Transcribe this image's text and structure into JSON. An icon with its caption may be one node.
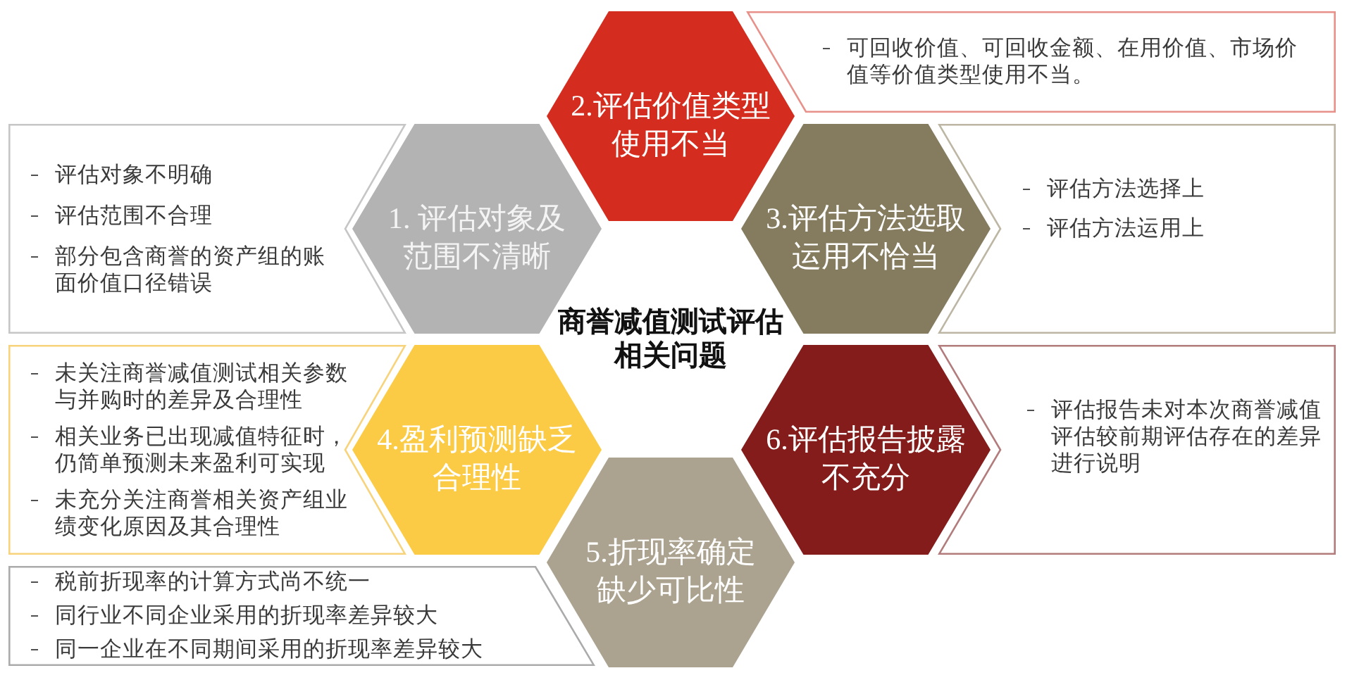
{
  "diagram": {
    "title": "商誉减值测试评估相关问题",
    "nodes": [
      {
        "text": [
          "1. 评估对象及范围不清晰"
        ]
      },
      {
        "text": [
          "评估对象不明确",
          "评估范围不合理",
          "部分包含商誉的资产组的账面价值口径错误"
        ]
      },
      {
        "text": [
          "2.评估价值类型使用不当"
        ]
      },
      {
        "text": [
          "可回收价值、可回收金额、在用价值、市场价值等价值类型使用不当。"
        ]
      },
      {
        "text": [
          "3.评估方法选取运用不恰当"
        ]
      },
      {
        "text": [
          "评估方法选择上",
          "评估方法运用上"
        ]
      },
      {
        "text": [
          "4.盈利预测缺乏合理性"
        ]
      },
      {
        "text": [
          "未关注商誉减值测试相关参数与并购时的差异及合理性",
          "相关业务已出现减值特征时，仍简单预测未来盈利可实现",
          "未充分关注商誉相关资产组业绩变化原因及其合理性"
        ]
      },
      {
        "text": [
          "5.折现率确定缺少可比性"
        ]
      },
      {
        "text": [
          "税前折现率的计算方式尚不统一",
          "同行业不同企业采用的折现率差异较大",
          "同一企业在不同期间采用的折现率差异较大"
        ]
      },
      {
        "text": [
          "6.评估报告披露不充分"
        ]
      },
      {
        "text": [
          "评估报告未对本次商誉减值评估较前期评估存在的差异进行说明"
        ]
      }
    ]
  }
}
